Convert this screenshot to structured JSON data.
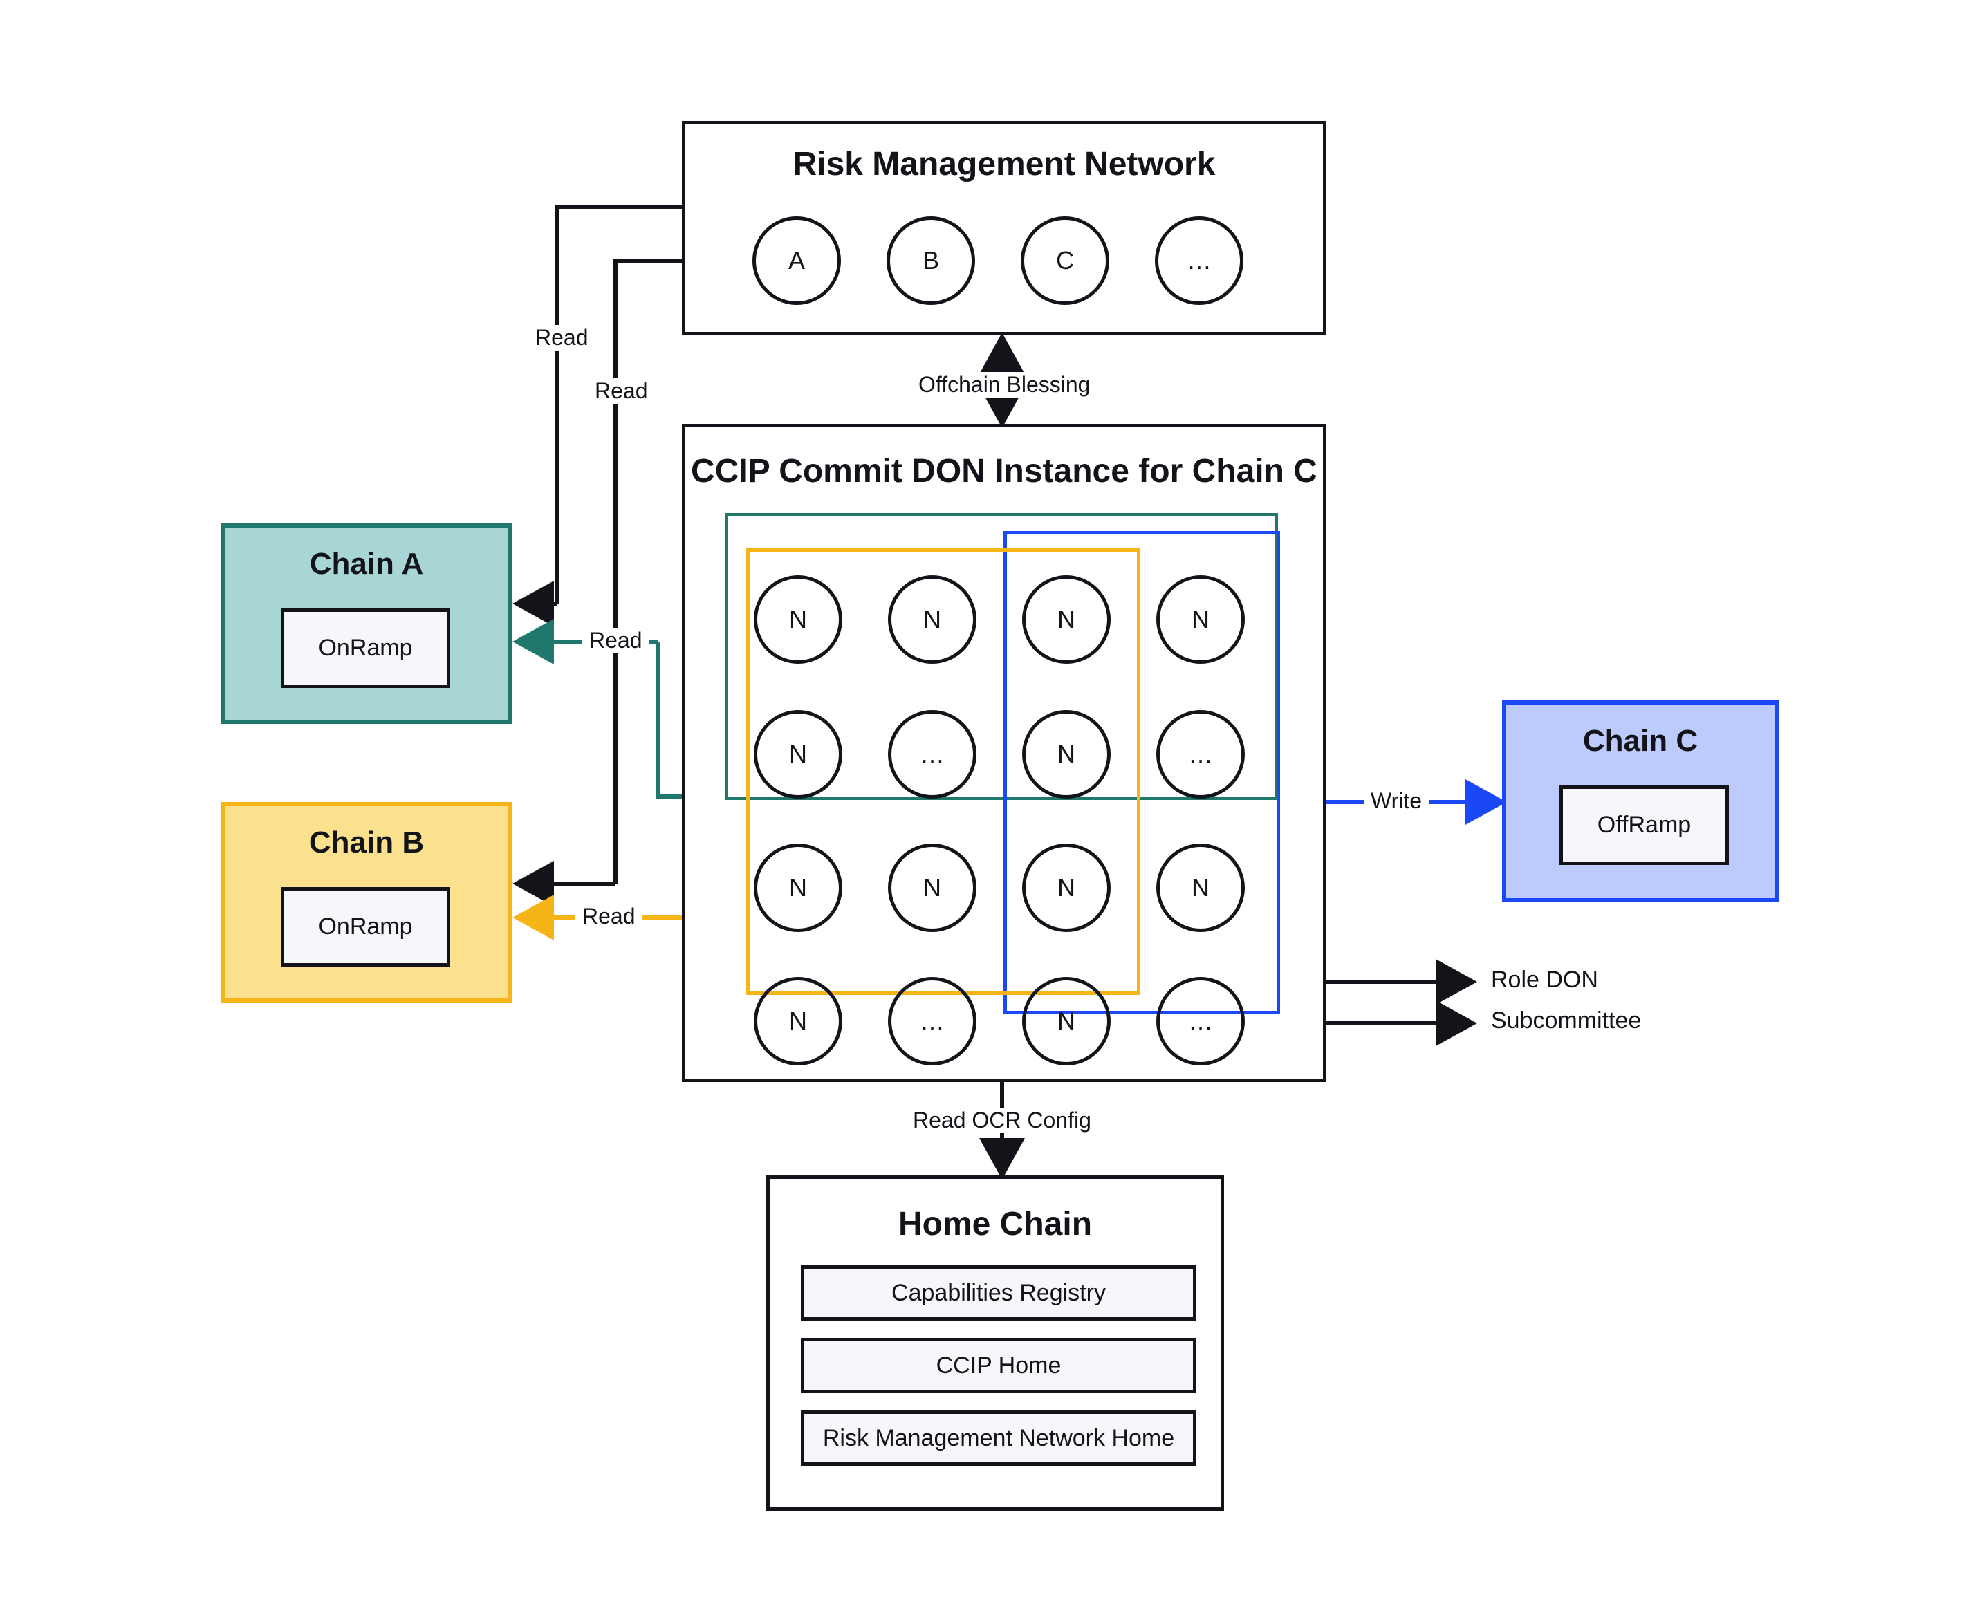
{
  "diagram": {
    "title": "CCIP Commit DON Architecture",
    "colors": {
      "ink": "#12141a",
      "teal_stroke": "#20776c",
      "teal_fill": "#a8d6d4",
      "amber_stroke": "#f5b517",
      "amber_fill": "#fbe08d",
      "blue_stroke": "#1a48f5",
      "blue_fill": "#bccbfb",
      "panel_fill": "#f6f7fb"
    }
  },
  "risk_network": {
    "title": "Risk Management Network",
    "nodes": [
      "A",
      "B",
      "C",
      "…"
    ]
  },
  "commit_don": {
    "title": "CCIP Commit DON Instance for Chain C",
    "node_grid": [
      [
        "N",
        "N",
        "N",
        "N"
      ],
      [
        "N",
        "…",
        "N",
        "…"
      ],
      [
        "N",
        "N",
        "N",
        "N"
      ],
      [
        "N",
        "…",
        "N",
        "…"
      ]
    ]
  },
  "chains": {
    "a": {
      "title": "Chain A",
      "ramp": "OnRamp"
    },
    "b": {
      "title": "Chain B",
      "ramp": "OnRamp"
    },
    "c": {
      "title": "Chain C",
      "ramp": "OffRamp"
    }
  },
  "home_chain": {
    "title": "Home Chain",
    "items": [
      "Capabilities Registry",
      "CCIP Home",
      "Risk Management Network Home"
    ]
  },
  "edges": {
    "read_rmn_to_a": "Read",
    "read_rmn_to_b": "Read",
    "read_don_to_a": "Read",
    "read_don_to_b": "Read",
    "offchain_blessing": "Offchain Blessing",
    "read_ocr_config": "Read OCR Config",
    "write_to_chain_c": "Write"
  },
  "legend": {
    "role_don": "Role DON",
    "subcommittee": "Subcommittee"
  }
}
